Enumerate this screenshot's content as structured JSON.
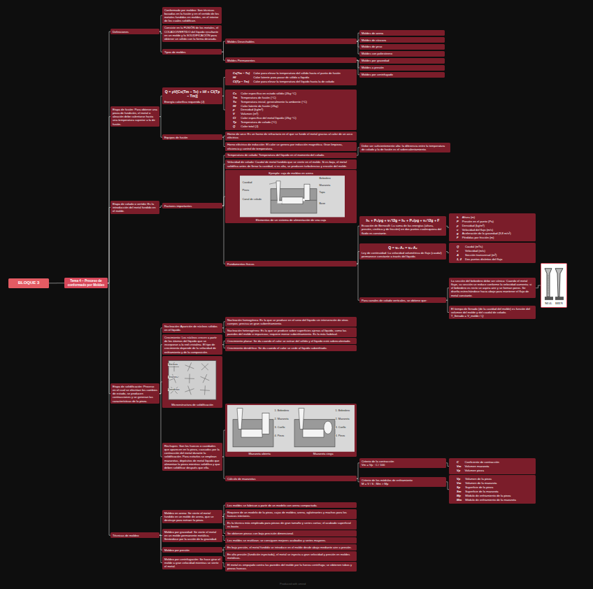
{
  "diagram": {
    "nodes": [
      {
        "text": [
          "BLOQUE 3"
        ]
      },
      {
        "text": [
          "Tema 4 – Proceso de conformado por Moldeo"
        ]
      },
      {
        "text": [
          "Definiciones"
        ]
      },
      {
        "text": [
          "Etapa de fusión: Para obtener una pieza de fundición, el metal o aleación debe calentarse hasta una temperatura superior a la de fusión."
        ]
      },
      {
        "text": [
          "Etapa de colado o vertido: Es la introducción del metal fundido en el molde."
        ]
      },
      {
        "text": [
          "Etapa de solidificación: Proceso en el cual se efectúan los cambios de estado, se producen contracciones y se generan las características de la pieza."
        ]
      },
      {
        "text": [
          "Técnicas de moldeo"
        ]
      },
      {
        "text": [
          "Conformado por moldeo: Son técnicas basadas en la fusión y en el vertido de los metales fundidos en moldes, en el interior de los cuales solidifican."
        ]
      },
      {
        "text": [
          "Consiste en la FUSIÓN de los metales, el COLADO/VERTIDO del líquido resultante en un molde y la SOLIDIFICACIÓN para obtener un sólido con la forma deseada."
        ]
      },
      {
        "text": [
          "Tipos de moldes"
        ]
      },
      {
        "text": [
          "Moldes Desechables"
        ]
      },
      {
        "text": [
          "Moldes Permanentes"
        ]
      },
      {
        "text": [
          "Moldes de arena"
        ]
      },
      {
        "text": [
          "Moldes de cáscara"
        ]
      },
      {
        "text": [
          "Moldes de yeso"
        ]
      },
      {
        "text": [
          "Moldes con poliestireno"
        ]
      },
      {
        "text": [
          "Moldes por gravedad"
        ]
      },
      {
        "text": [
          "Moldes a presión"
        ]
      },
      {
        "text": [
          "Moldes por centrifugado"
        ]
      },
      {
        "text": [
          "Q = ρV[Cs(Tm − To) + Hf + Cl(Tp − Tm)]",
          "Energía calorífica requerida (J)"
        ]
      },
      {
        "text": [
          "Equipos de fusión"
        ]
      },
      {
        "text": [
          "Cs(Tm − To)",
          "Calor para elevar la temperatura del sólido hasta el punto de fusión",
          "Hf",
          "Calor latente para pasar de sólido a líquido",
          "Cl(Tp − Tm)",
          "Calor para elevar la temperatura del líquido hasta la de colado"
        ]
      },
      {
        "text": [
          "Cs",
          "Calor específico en estado sólido (J/kg·°C)",
          "Tm",
          "Temperatura de fusión (°C)",
          "To",
          "Temperatura inicial, generalmente la ambiente (°C)",
          "Hf",
          "Calor latente de fusión (J/kg)",
          "ρ",
          "Densidad (kg/m³)",
          "V",
          "Volumen (m³)",
          "Cl",
          "Calor específico del metal líquido (J/kg·°C)",
          "Tp",
          "Temperatura de colado (°C)",
          "Q",
          "Calor total (J)"
        ]
      },
      {
        "text": [
          "Horno de arco: Es un horno de refractario en el que se funde el metal gracias al calor de un arco eléctrico."
        ]
      },
      {
        "text": [
          "Horno eléctrico de inducción: El calor se genera por inducción magnética. Gran limpieza, eficiencia y control de temperatura."
        ]
      },
      {
        "text": [
          "Factores importantes"
        ]
      },
      {
        "text": [
          "Temperatura de colado: Temperatura del líquido en el momento del colado."
        ]
      },
      {
        "text": [
          "Velocidad de colado: Caudal de metal fundido que se vierte en el molde. Si es baja, el metal solidifica antes de llenar la cavidad; si es alta, se producen turbulencias y erosión del molde."
        ]
      },
      {
        "text": [
          "Ejemplo: caja de moldeo en arena",
          "Elementos de un sistema de alimentación de una caja"
        ]
      },
      {
        "text": [
          "Fundamentos físicos"
        ]
      },
      {
        "text": [
          "Debe ser suficientemente alta: la diferencia entre la temperatura de colado y la de fusión es el sobrecalentamiento."
        ]
      },
      {
        "text": [
          "h₁ + P₁/ρg + v₁²/2g = h₂ + P₂/ρg + v₂²/2g + F",
          "Ecuación de Bernoulli: La suma de las energías (altura, presión, cinética y de fricción) en dos puntos cualesquiera del fluido es constante."
        ]
      },
      {
        "text": [
          "Q = v₁·A₁ = v₂·A₂",
          "Ley de continuidad: La velocidad volumétrica de flujo (caudal) permanece constante a través del líquido."
        ]
      },
      {
        "text": [
          "Para canales de colado verticales, se obtiene que:"
        ]
      },
      {
        "text": [
          "h",
          "Altura (m)",
          "P",
          "Presión en el punto (Pa)",
          "ρ",
          "Densidad (kg/m³)",
          "v",
          "Velocidad del flujo (m/s)",
          "g",
          "Aceleración de la gravedad (9,8 m/s²)",
          "F",
          "Pérdidas por fricción (m)"
        ]
      },
      {
        "text": [
          "Q",
          "Caudal (m³/s)",
          "v",
          "Velocidad (m/s)",
          "A",
          "Sección transversal (m²)",
          "1, 2",
          "Dos puntos distintos del flujo"
        ]
      },
      {
        "text": [
          "La sección del bebedero debe ser cónica: Cuando el metal fluye, su sección se reduce conforme la velocidad aumenta; si el bebedero es recto se aspira aire y se forman poros. Se diseña estrechándose hacia abajo para mantener el flujo de metal constante."
        ]
      },
      {
        "text": [
          "El tiempo de llenado (de la cavidad del molde) es función del volumen del molde y del caudal de colado.",
          "T_llenado = V_molde / Q"
        ]
      },
      {
        "text": [
          "MAL",
          "BIEN"
        ]
      },
      {
        "text": [
          "Nucleación: Aparición de núcleos sólidos en el líquido."
        ]
      },
      {
        "text": [
          "Crecimiento: Los núcleos crecen a partir de los átomos del líquido que se incorporan a la red cristalina. El tipo de crecimiento depende de la velocidad de enfriamiento y de la composición."
        ]
      },
      {
        "text": [
          "Microestructura de solidificación"
        ]
      },
      {
        "text": [
          "Rechupes: Son los huecos o cavidades que aparecen en la pieza, causados por la contracción del metal durante la solidificación. Para evitarlos se emplean mazarotas, depósitos de metal líquido que alimentan la pieza mientras solidifica y que deben solidificar después que ella."
        ]
      },
      {
        "text": [
          "Nucleación homogénea: Es la que se produce en el seno del líquido sin intervención de otros cuerpos; precisa un gran subenfriamiento."
        ]
      },
      {
        "text": [
          "Nucleación heterogénea: Es la que se produce sobre superficies ajenas al líquido, como las paredes del molde o impurezas; requiere menor subenfriamiento. Es la más habitual."
        ]
      },
      {
        "text": [
          "Crecimiento planar: Se da cuando el calor se extrae del sólido y el líquido está sobrecalentado."
        ]
      },
      {
        "text": [
          "Crecimiento dendrítico: Se da cuando el calor se cede al líquido subenfriado."
        ]
      },
      {
        "text": [
          "Mazarota abierta",
          "Mazarota ciega"
        ]
      },
      {
        "text": [
          "Cálculo de mazarotas"
        ]
      },
      {
        "text": [
          "Criterio de la contracción",
          "Vm = Vp · C / 100"
        ]
      },
      {
        "text": [
          "Criterio de los módulos de enfriamiento",
          "M = V / S ; Mm > Mp"
        ]
      },
      {
        "text": [
          "C",
          "Coeficiente de contracción",
          "Vm",
          "Volumen mazarota",
          "Vp",
          "Volumen pieza"
        ]
      },
      {
        "text": [
          "Vp",
          "Volumen de la pieza",
          "Vm",
          "Volumen de la mazarota",
          "Sp",
          "Superficie de la pieza",
          "Sm",
          "Superficie de la mazarota",
          "Mp",
          "Módulo de enfriamiento de la pieza",
          "Mm",
          "Módulo de enfriamiento de la mazarota"
        ]
      },
      {
        "text": [
          "Moldeo en arena: Se vierte el metal fundido en un molde de arena, que se destruye para extraer la pieza."
        ]
      },
      {
        "text": [
          "Moldeo por gravedad: Se vierte el metal en un molde permanente metálico, llenándose por la acción de la gravedad."
        ]
      },
      {
        "text": [
          "Moldeo por presión"
        ]
      },
      {
        "text": [
          "Moldeo por centrifugación: Se hace girar el molde a gran velocidad mientras se vierte el metal."
        ]
      },
      {
        "text": [
          "Los moldes se fabrican a partir de un modelo con arena compactada."
        ]
      },
      {
        "text": [
          "Requiere de un modelo de la pieza, cajas de moldeo, arena, aglutinantes y machos para los huecos interiores."
        ]
      },
      {
        "text": [
          "Es la técnica más empleada para piezas de gran tamaño y series cortas; el acabado superficial es basto."
        ]
      },
      {
        "text": [
          "Se obtienen piezas con baja precisión dimensional."
        ]
      },
      {
        "text": [
          "Los moldes se reutilizan; se consiguen mejores acabados y series mayores."
        ]
      },
      {
        "text": [
          "En baja presión, el metal fundido se introduce en el molde desde abajo mediante aire a presión."
        ]
      },
      {
        "text": [
          "En alta presión (fundición inyectada), el metal se inyecta a gran velocidad y presión en moldes metálicos."
        ]
      },
      {
        "text": [
          "El metal es empujado contra las paredes del molde por la fuerza centrífuga; se obtienen tubos y piezas huecas."
        ]
      }
    ],
    "edges": [
      {
        "from": 0,
        "to": 1,
        "arrow": "none"
      },
      {
        "from": 1,
        "to": 2,
        "arrow": "none"
      },
      {
        "from": 1,
        "to": 3,
        "arrow": "none"
      },
      {
        "from": 1,
        "to": 4,
        "arrow": "none"
      },
      {
        "from": 1,
        "to": 5,
        "arrow": "none"
      },
      {
        "from": 1,
        "to": 6,
        "arrow": "none"
      },
      {
        "from": 2,
        "to": 7,
        "arrow": "none"
      },
      {
        "from": 2,
        "to": 8,
        "arrow": "none"
      },
      {
        "from": 2,
        "to": 9,
        "arrow": "none"
      },
      {
        "from": 9,
        "to": 10,
        "arrow": "none"
      },
      {
        "from": 9,
        "to": 11,
        "arrow": "none"
      },
      {
        "from": 10,
        "to": 12,
        "arrow": "none"
      },
      {
        "from": 10,
        "to": 13,
        "arrow": "none"
      },
      {
        "from": 10,
        "to": 14,
        "arrow": "none"
      },
      {
        "from": 10,
        "to": 15,
        "arrow": "none"
      },
      {
        "from": 11,
        "to": 16,
        "arrow": "none"
      },
      {
        "from": 11,
        "to": 17,
        "arrow": "none"
      },
      {
        "from": 11,
        "to": 18,
        "arrow": "none"
      },
      {
        "from": 3,
        "to": 19,
        "arrow": "none"
      },
      {
        "from": 3,
        "to": 20,
        "arrow": "none"
      },
      {
        "from": 19,
        "to": 21,
        "arrow": "none"
      },
      {
        "from": 19,
        "to": 22,
        "arrow": "none"
      },
      {
        "from": 20,
        "to": 23,
        "arrow": "none"
      },
      {
        "from": 20,
        "to": 24,
        "arrow": "none"
      },
      {
        "from": 4,
        "to": 25,
        "arrow": "none"
      },
      {
        "from": 25,
        "to": 26,
        "arrow": "none"
      },
      {
        "from": 25,
        "to": 27,
        "arrow": "none"
      },
      {
        "from": 25,
        "to": 28,
        "arrow": "none"
      },
      {
        "from": 25,
        "to": 29,
        "arrow": "none"
      },
      {
        "from": 26,
        "to": 30,
        "arrow": "none"
      },
      {
        "from": 29,
        "to": 31,
        "arrow": "none"
      },
      {
        "from": 29,
        "to": 32,
        "arrow": "none"
      },
      {
        "from": 29,
        "to": 33,
        "arrow": "none"
      },
      {
        "from": 31,
        "to": 34,
        "arrow": "none"
      },
      {
        "from": 32,
        "to": 35,
        "arrow": "none"
      },
      {
        "from": 33,
        "to": 36,
        "arrow": "none"
      },
      {
        "from": 33,
        "to": 37,
        "arrow": "none"
      },
      {
        "from": 36,
        "to": 38,
        "arrow": "none"
      },
      {
        "from": 5,
        "to": 39,
        "arrow": "none"
      },
      {
        "from": 5,
        "to": 40,
        "arrow": "none"
      },
      {
        "from": 5,
        "to": 41,
        "arrow": "none"
      },
      {
        "from": 5,
        "to": 42,
        "arrow": "none"
      },
      {
        "from": 39,
        "to": 43,
        "arrow": "none"
      },
      {
        "from": 39,
        "to": 44,
        "arrow": "none"
      },
      {
        "from": 40,
        "to": 45,
        "arrow": "none"
      },
      {
        "from": 40,
        "to": 46,
        "arrow": "none"
      },
      {
        "from": 42,
        "to": 47,
        "arrow": "none"
      },
      {
        "from": 42,
        "to": 48,
        "arrow": "none"
      },
      {
        "from": 48,
        "to": 49,
        "arrow": "none"
      },
      {
        "from": 48,
        "to": 50,
        "arrow": "none"
      },
      {
        "from": 49,
        "to": 51,
        "arrow": "none"
      },
      {
        "from": 50,
        "to": 52,
        "arrow": "none"
      },
      {
        "from": 6,
        "to": 53,
        "arrow": "none"
      },
      {
        "from": 6,
        "to": 54,
        "arrow": "none"
      },
      {
        "from": 6,
        "to": 55,
        "arrow": "none"
      },
      {
        "from": 6,
        "to": 56,
        "arrow": "none"
      },
      {
        "from": 53,
        "to": 57,
        "arrow": "none"
      },
      {
        "from": 53,
        "to": 58,
        "arrow": "none"
      },
      {
        "from": 53,
        "to": 59,
        "arrow": "none"
      },
      {
        "from": 53,
        "to": 60,
        "arrow": "none"
      },
      {
        "from": 54,
        "to": 61,
        "arrow": "none"
      },
      {
        "from": 55,
        "to": 62,
        "arrow": "none"
      },
      {
        "from": 55,
        "to": 63,
        "arrow": "none"
      },
      {
        "from": 56,
        "to": 64,
        "arrow": "none"
      }
    ],
    "labels": [
      "Cavidad",
      "Pieza",
      "Canal de colado",
      "Bebedero",
      "Mazarota",
      "Tapa",
      "Base",
      "Núcleos",
      "Granos",
      "Dendritas",
      "1. Bebedero",
      "2. Mazarota",
      "3. Cuello",
      "4. Pieza",
      "1. Bebedero",
      "2. Mazarota",
      "3. Cuello",
      "4. Pieza",
      "Produced with xmind"
    ]
  }
}
